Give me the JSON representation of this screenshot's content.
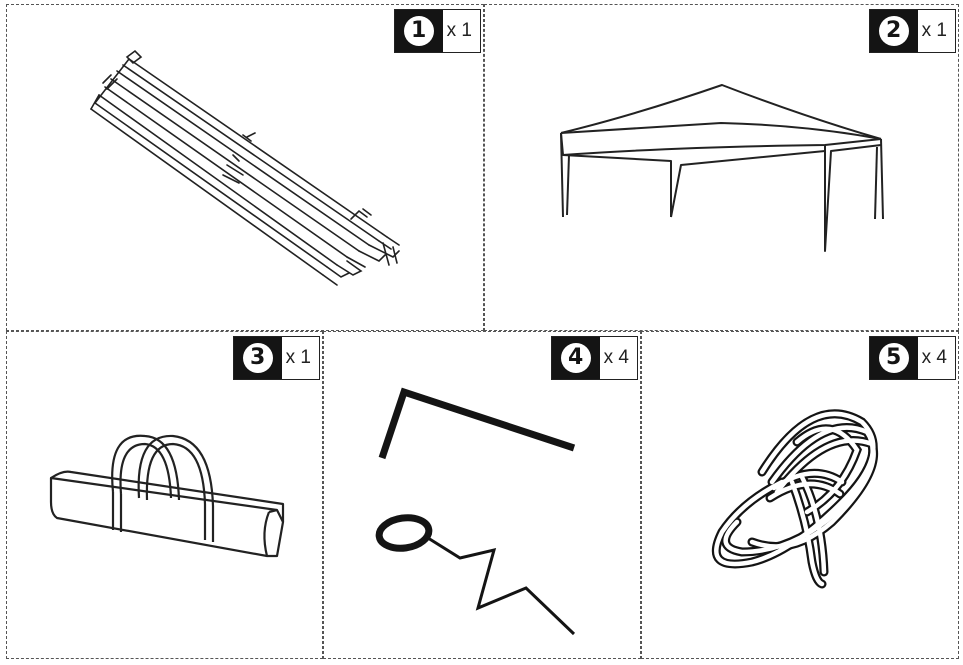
{
  "parts": [
    {
      "number": "1",
      "quantity": "x 1",
      "icon": "frame-icon"
    },
    {
      "number": "2",
      "quantity": "x 1",
      "icon": "canopy-icon"
    },
    {
      "number": "3",
      "quantity": "x 1",
      "icon": "carry-bag-icon"
    },
    {
      "number": "4",
      "quantity": "x 4",
      "icon": "stake-icon"
    },
    {
      "number": "5",
      "quantity": "x 4",
      "icon": "rope-icon"
    }
  ]
}
